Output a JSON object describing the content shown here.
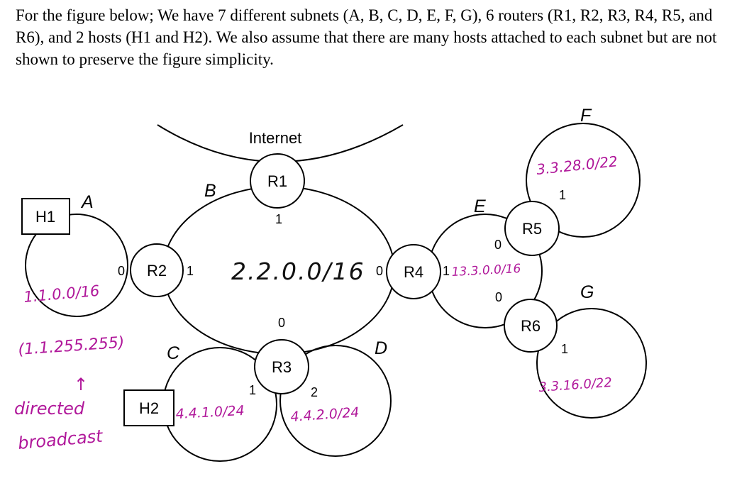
{
  "intro": "For the figure below; We have 7 different subnets (A, B, C, D, E, F, G), 6 routers (R1, R2, R3, R4, R5, and R6), and 2 hosts (H1 and H2). We also assume that there are many hosts attached to each subnet but are not shown to preserve the figure simplicity.",
  "internet": "Internet",
  "routers": {
    "r1": "R1",
    "r2": "R2",
    "r3": "R3",
    "r4": "R4",
    "r5": "R5",
    "r6": "R6"
  },
  "hosts": {
    "h1": "H1",
    "h2": "H2"
  },
  "subnets": {
    "a": "A",
    "b": "B",
    "c": "C",
    "d": "D",
    "e": "E",
    "f": "F",
    "g": "G"
  },
  "ports": {
    "r1_b": "1",
    "r2_a": "0",
    "r2_b": "1",
    "r3_b": "0",
    "r3_c": "1",
    "r3_d": "2",
    "r4_b": "0",
    "r4_e": "1",
    "r5_e": "0",
    "r5_f": "1",
    "r6_e": "0",
    "r6_g": "1"
  },
  "annotations": {
    "a_net": "1.1.0.0/16",
    "a_bcast": "(1.1.255.255)",
    "arrow": "↑",
    "directed": "directed",
    "broadcast": "broadcast",
    "b_net": "2.2.0.0/16",
    "c_net": "4.4.1.0/24",
    "d_net": "4.4.2.0/24",
    "e_net": "13.3.0.0/16",
    "f_net": "3.3.28.0/22",
    "g_net": "3.3.16.0/22"
  },
  "colors": {
    "ink": "#000000",
    "annotation": "#b0179a"
  }
}
